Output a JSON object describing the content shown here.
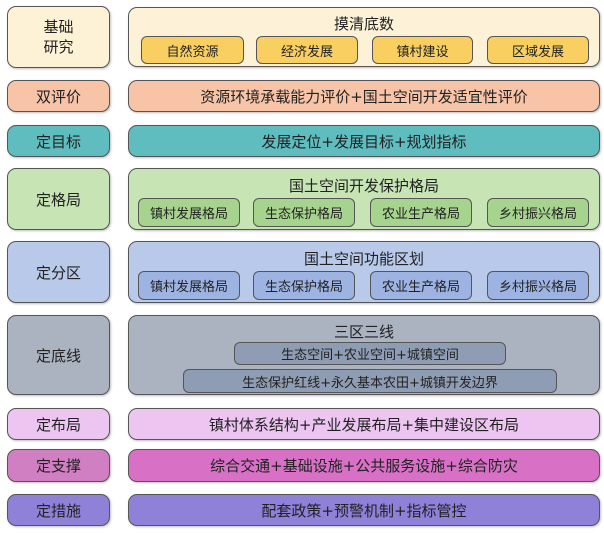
{
  "rows": [
    {
      "label": "基础\n研究",
      "title": "摸清底数",
      "items": [
        "自然资源",
        "经济发展",
        "镇村建设",
        "区域发展"
      ]
    },
    {
      "label": "双评价",
      "content": "资源环境承载能力评价+国土空间开发适宜性评价"
    },
    {
      "label": "定目标",
      "content": "发展定位+发展目标+规划指标"
    },
    {
      "label": "定格局",
      "title": "国土空间开发保护格局",
      "items": [
        "镇村发展格局",
        "生态保护格局",
        "农业生产格局",
        "乡村振兴格局"
      ]
    },
    {
      "label": "定分区",
      "title": "国土空间功能区划",
      "items": [
        "镇村发展格局",
        "生态保护格局",
        "农业生产格局",
        "乡村振兴格局"
      ]
    },
    {
      "label": "定底线",
      "title": "三区三线",
      "items": [
        "生态空间+农业空间+城镇空间",
        "生态保护红线+永久基本农田+城镇开发边界"
      ]
    },
    {
      "label": "定布局",
      "content": "镇村体系结构+产业发展布局+集中建设区布局"
    },
    {
      "label": "定支撑",
      "content": "综合交通+基础设施+公共服务设施+综合防灾"
    },
    {
      "label": "定措施",
      "content": "配套政策+预警机制+指标管控"
    }
  ],
  "colors": {
    "row1": "#fdf1d6",
    "row1_sub": "#f9cf62",
    "row2": "#f8c4a8",
    "row3": "#5fbcbf",
    "row4": "#c6e4b4",
    "row4_sub": "#a6d38e",
    "row5": "#b8c9ea",
    "row5_sub": "#9db4e2",
    "row6": "#abb3c1",
    "row6_sub": "#8e9db3",
    "row7": "#ecc5f1",
    "row8": "#d676c6",
    "row9": "#8f80d8"
  }
}
